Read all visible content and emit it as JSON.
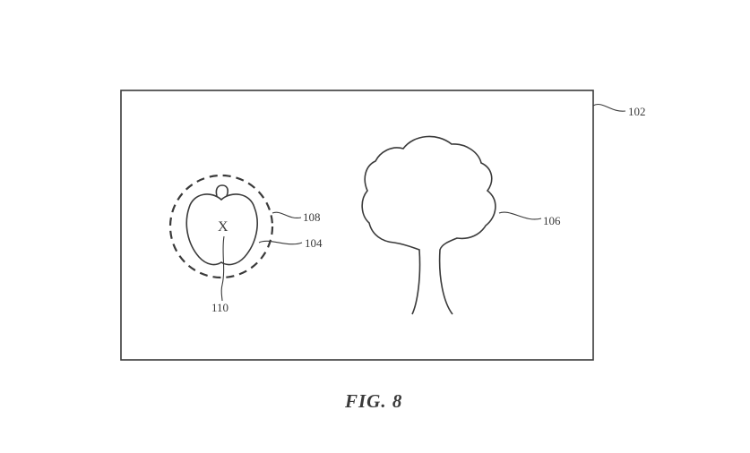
{
  "figure": {
    "caption": "FIG. 8",
    "labels": {
      "display": "102",
      "object_apple": "104",
      "object_tree": "106",
      "selection_circle": "108",
      "point": "110"
    },
    "target_mark": "X"
  },
  "colors": {
    "ink": "#3a3a3a",
    "background": "#ffffff"
  }
}
